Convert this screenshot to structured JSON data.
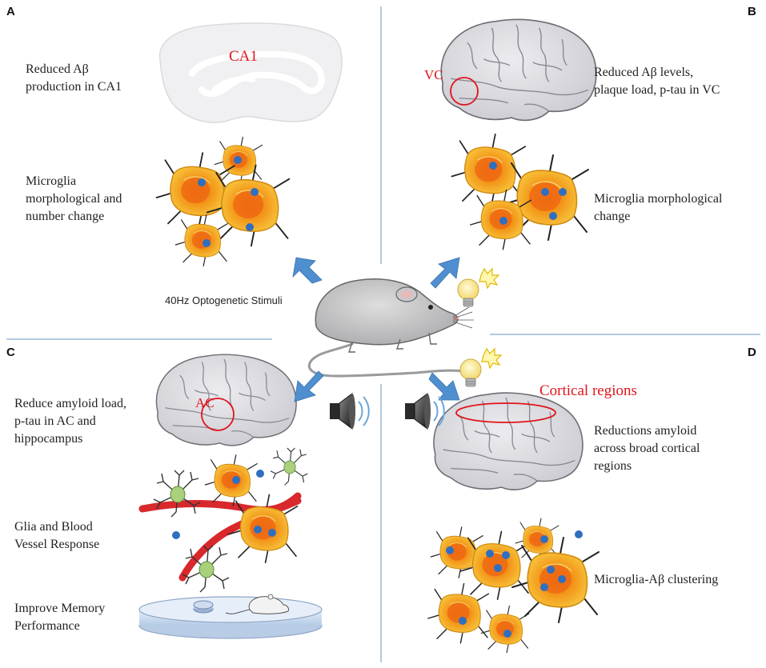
{
  "panels": {
    "A": {
      "letter": "A",
      "brain_region": "CA1",
      "text1": [
        "Reduced Aβ",
        "production in CA1"
      ],
      "text2": [
        "Microglia",
        "morphological and",
        "number change"
      ]
    },
    "B": {
      "letter": "B",
      "brain_region": "VC",
      "text1": [
        "Reduced Aβ levels,",
        "plaque load, p-tau in VC"
      ],
      "text2": [
        "Microglia morphological",
        "change"
      ]
    },
    "C": {
      "letter": "C",
      "brain_region": "AC",
      "text1": [
        "Reduce amyloid load,",
        "p-tau in AC and",
        "hippocampus"
      ],
      "text2": [
        "Glia and Blood",
        "Vessel Response"
      ],
      "text3": [
        "Improve Memory",
        "Performance"
      ]
    },
    "D": {
      "letter": "D",
      "brain_region": "Cortical regions",
      "text1": [
        "Reductions amyloid",
        "across broad cortical",
        "regions"
      ],
      "text2": [
        "Microglia-Aβ clustering"
      ]
    }
  },
  "center": {
    "stimulus_label": "40Hz Optogenetic Stimuli"
  },
  "colors": {
    "divider": "#9ab8d6",
    "arrow": "#4f8fd0",
    "highlight": "#e0141c",
    "microglia_outer": "#f5b52e",
    "microglia_inner": "#f07a12",
    "nucleus": "#2f6fc0",
    "brain": "#d9d9de",
    "vessel": "#d8282c"
  }
}
